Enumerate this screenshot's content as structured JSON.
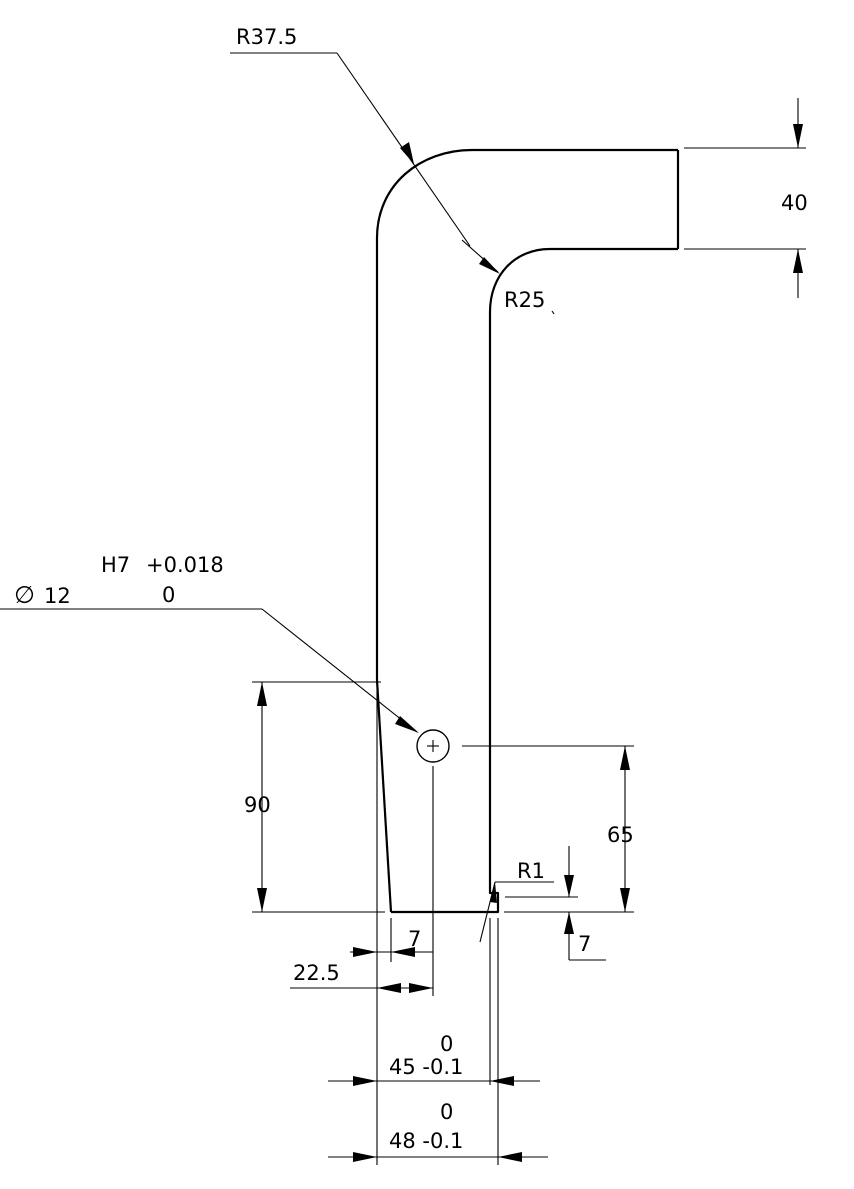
{
  "dimensions": {
    "outer_radius": "R37.5",
    "inner_radius": "R25",
    "arm_height": "40",
    "hole_diameter_symbol": "∅",
    "hole_diameter": "12",
    "hole_tolerance_class": "H7",
    "hole_tolerance_upper": "+0.018",
    "hole_tolerance_lower": "0",
    "height_90": "90",
    "height_65": "65",
    "fillet_r1": "R1",
    "notch_height": "7",
    "notch_width": "7",
    "hole_offset": "22.5",
    "width_45": "45 -0.1",
    "width_45_upper": "0",
    "width_48": "48 -0.1",
    "width_48_upper": "0"
  },
  "colors": {
    "line": "#000000",
    "background": "#ffffff"
  }
}
